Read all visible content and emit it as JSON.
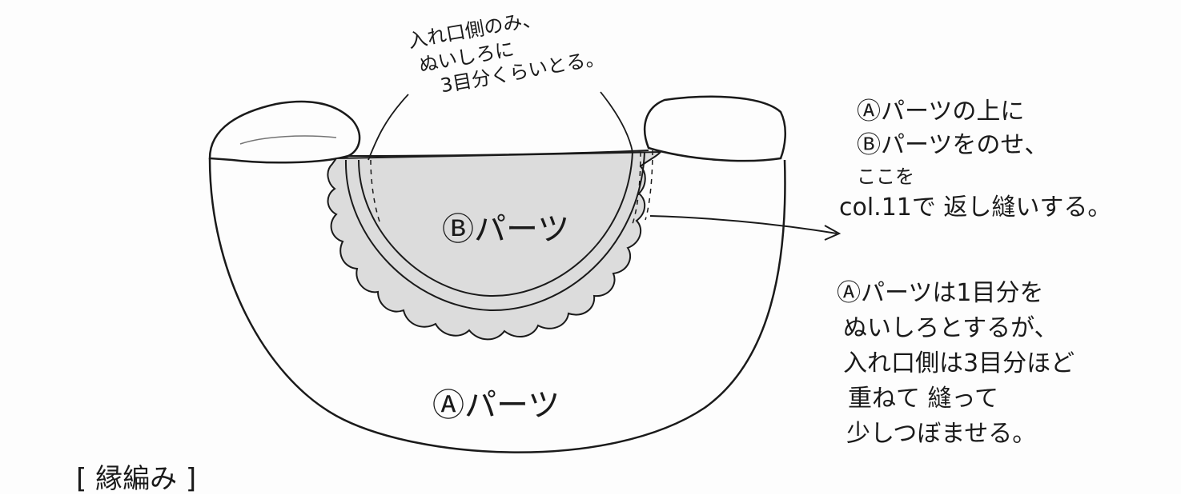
{
  "annotations": {
    "top_note": [
      "入れ口側のみ、",
      "ぬいしろに",
      "3目分くらいとる。"
    ],
    "right_note_1": [
      "Ⓐパーツの上に",
      "Ⓑパーツをのせ、",
      "ここを",
      "col.11で 返し縫いする。"
    ],
    "right_note_2": [
      "Ⓐパーツは1目分を",
      "ぬいしろとするが、",
      "入れ口側は3目分ほど",
      "重ねて 縫って",
      "少しつぼませる。"
    ],
    "part_b_label": "Ⓑパーツ",
    "part_a_label": "Ⓐパーツ",
    "section_heading": "[ 縁編み ]"
  },
  "colors": {
    "ink": "#1a1a1a",
    "part_b_fill": "#dcdcdc",
    "paper": "#fdfdfd"
  }
}
